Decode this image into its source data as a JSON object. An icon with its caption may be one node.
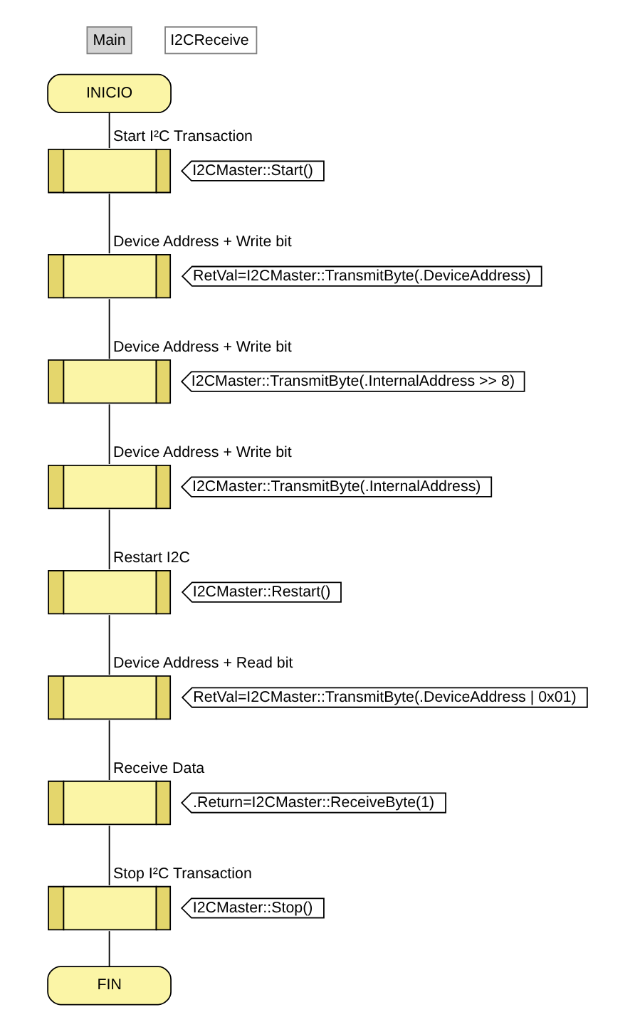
{
  "diagram": {
    "nodes": [
      {
        "text": [
          "INICIO"
        ]
      },
      {
        "text": [
          "Start I²C Transaction"
        ]
      },
      {
        "text": [
          "I2CMaster::Start()"
        ]
      },
      {
        "text": [
          "Device Address + Write bit"
        ]
      },
      {
        "text": [
          "RetVal=I2CMaster::TransmitByte(.DeviceAddress)"
        ]
      },
      {
        "text": [
          "Device Address + Write bit"
        ]
      },
      {
        "text": [
          "I2CMaster::TransmitByte(.InternalAddress >> 8)"
        ]
      },
      {
        "text": [
          "Device Address + Write bit"
        ]
      },
      {
        "text": [
          "I2CMaster::TransmitByte(.InternalAddress)"
        ]
      },
      {
        "text": [
          "Restart I2C"
        ]
      },
      {
        "text": [
          "I2CMaster::Restart()"
        ]
      },
      {
        "text": [
          "Device Address + Read bit"
        ]
      },
      {
        "text": [
          "RetVal=I2CMaster::TransmitByte(.DeviceAddress | 0x01)"
        ]
      },
      {
        "text": [
          "Receive Data"
        ]
      },
      {
        "text": [
          ".Return=I2CMaster::ReceiveByte(1)"
        ]
      },
      {
        "text": [
          "Stop I²C Transaction"
        ]
      },
      {
        "text": [
          "I2CMaster::Stop()"
        ]
      },
      {
        "text": [
          "FIN"
        ]
      }
    ],
    "edges": [
      {
        "from": 0,
        "to": 1,
        "arrow": "none"
      },
      {
        "from": 1,
        "to": 3,
        "arrow": "none"
      },
      {
        "from": 3,
        "to": 5,
        "arrow": "none"
      },
      {
        "from": 5,
        "to": 7,
        "arrow": "none"
      },
      {
        "from": 7,
        "to": 9,
        "arrow": "none"
      },
      {
        "from": 9,
        "to": 11,
        "arrow": "none"
      },
      {
        "from": 11,
        "to": 13,
        "arrow": "none"
      },
      {
        "from": 13,
        "to": 15,
        "arrow": "none"
      },
      {
        "from": 15,
        "to": 17,
        "arrow": "none"
      }
    ],
    "labels": [
      "Main",
      "I2CReceive"
    ]
  }
}
